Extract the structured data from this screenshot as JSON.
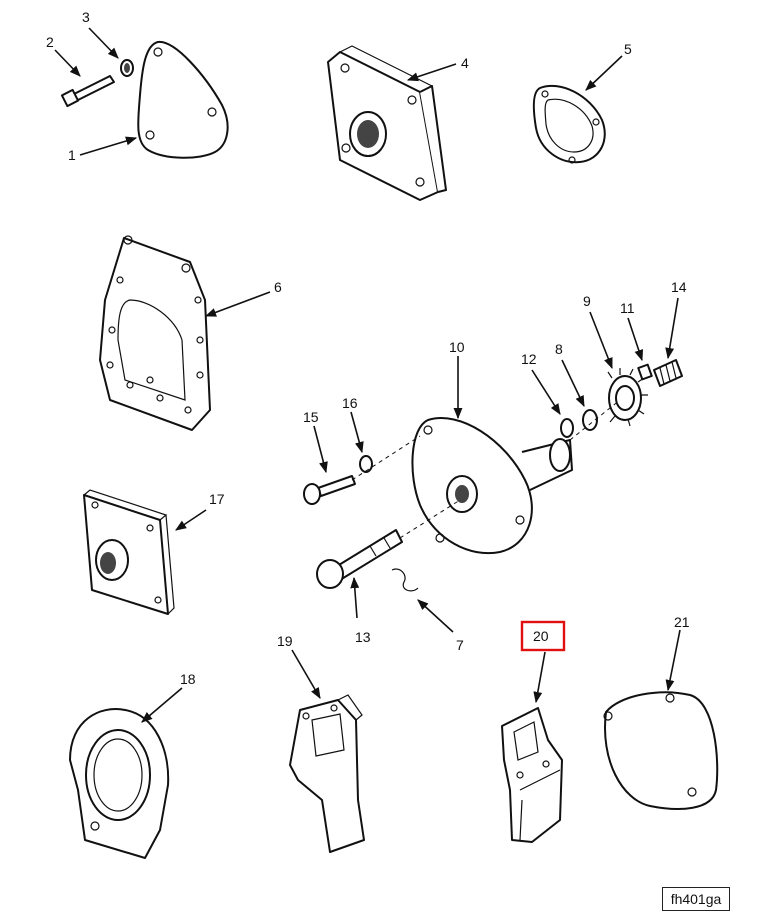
{
  "callouts": {
    "c1": "1",
    "c2": "2",
    "c3": "3",
    "c4": "4",
    "c5": "5",
    "c6": "6",
    "c7": "7",
    "c8": "8",
    "c9": "9",
    "c10": "10",
    "c11": "11",
    "c12": "12",
    "c13": "13",
    "c14": "14",
    "c15": "15",
    "c16": "16",
    "c17": "17",
    "c18": "18",
    "c19": "19",
    "c20": "20",
    "c21": "21"
  },
  "highlighted_callout": "20",
  "highlight_color": "#e01010",
  "figure_ref": "fh401ga"
}
